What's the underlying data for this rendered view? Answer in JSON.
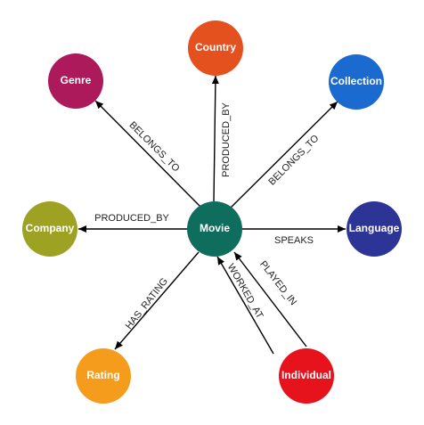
{
  "nodes": [
    {
      "id": "movie",
      "label": "Movie",
      "color": "#0f6d5e"
    },
    {
      "id": "country",
      "label": "Country",
      "color": "#e5501f"
    },
    {
      "id": "genre",
      "label": "Genre",
      "color": "#ad1a5c"
    },
    {
      "id": "collection",
      "label": "Collection",
      "color": "#1a6ad0"
    },
    {
      "id": "company",
      "label": "Company",
      "color": "#9ea222"
    },
    {
      "id": "language",
      "label": "Language",
      "color": "#2c3595"
    },
    {
      "id": "rating",
      "label": "Rating",
      "color": "#f59c1d"
    },
    {
      "id": "individual",
      "label": "Individual",
      "color": "#e6121c"
    }
  ],
  "edges": [
    {
      "id": "movie-genre",
      "from": "movie",
      "to": "genre",
      "label": "BELONGS_TO"
    },
    {
      "id": "movie-country",
      "from": "movie",
      "to": "country",
      "label": "PRODUCED_BY"
    },
    {
      "id": "movie-collection",
      "from": "movie",
      "to": "collection",
      "label": "BELONGS_TO"
    },
    {
      "id": "movie-company",
      "from": "movie",
      "to": "company",
      "label": "PRODUCED_BY"
    },
    {
      "id": "movie-language",
      "from": "movie",
      "to": "language",
      "label": "SPEAKS"
    },
    {
      "id": "movie-rating",
      "from": "movie",
      "to": "rating",
      "label": "HAS_RATING"
    },
    {
      "id": "individual-movie-worked",
      "from": "individual",
      "to": "movie",
      "label": "WORKED_AT"
    },
    {
      "id": "individual-movie-played",
      "from": "individual",
      "to": "movie",
      "label": "PLAYED_IN"
    }
  ]
}
